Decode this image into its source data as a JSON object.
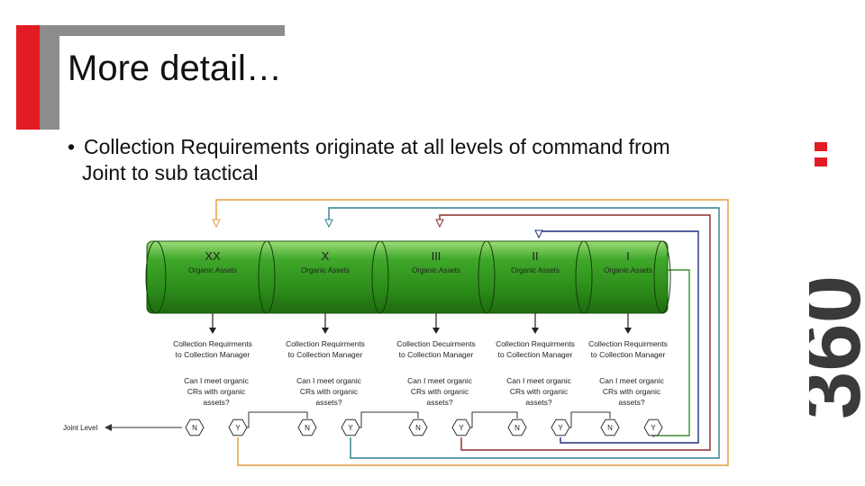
{
  "slide": {
    "title": "More detail…",
    "bullet": {
      "marker": "•",
      "line1": "Collection Requirements originate at all levels of command from",
      "line2": "Joint to sub tactical"
    },
    "logo_text": "360",
    "logo_colors": {
      "digits": "#3a3a3a",
      "accent": "#e31b23"
    }
  },
  "diagram": {
    "tube_color": "#2e8b1a",
    "joint_label": "Joint Level",
    "echelons": [
      {
        "symbol": "XX",
        "assets": "Organic Assets",
        "req1": "Collection Requirments",
        "req2": "to Collection Manager",
        "q1": "Can I meet organic",
        "q2": "CRs with organic",
        "q3": "assets?",
        "no": "N",
        "yes": "Y",
        "loop_color": "#e09b3a"
      },
      {
        "symbol": "X",
        "assets": "Organic Assets",
        "req1": "Collection Requirments",
        "req2": "to Collection Manager",
        "q1": "Can I meet organic",
        "q2": "CRs with organic",
        "q3": "assets?",
        "no": "N",
        "yes": "Y",
        "loop_color": "#2f7f8f"
      },
      {
        "symbol": "III",
        "assets": "Organic Assets",
        "req1": "Collection Decuirments",
        "req2": "to Collection Manager",
        "q1": "Can I meet organic",
        "q2": "CRs with organic",
        "q3": "assets?",
        "no": "N",
        "yes": "Y",
        "loop_color": "#8b2b2b"
      },
      {
        "symbol": "II",
        "assets": "Organic Assets",
        "req1": "Collection Requirments",
        "req2": "to Collection Manager",
        "q1": "Can I meet organic",
        "q2": "CRs with organic",
        "q3": "assets?",
        "no": "N",
        "yes": "Y",
        "loop_color": "#1f2f7a"
      },
      {
        "symbol": "I",
        "assets": "Organic Assets",
        "req1": "Collection Requirments",
        "req2": "to Collection Manager",
        "q1": "Can I meet organic",
        "q2": "CRs with organic",
        "q3": "assets?",
        "no": "N",
        "yes": "Y",
        "loop_color": "#3f8f2f"
      }
    ]
  }
}
